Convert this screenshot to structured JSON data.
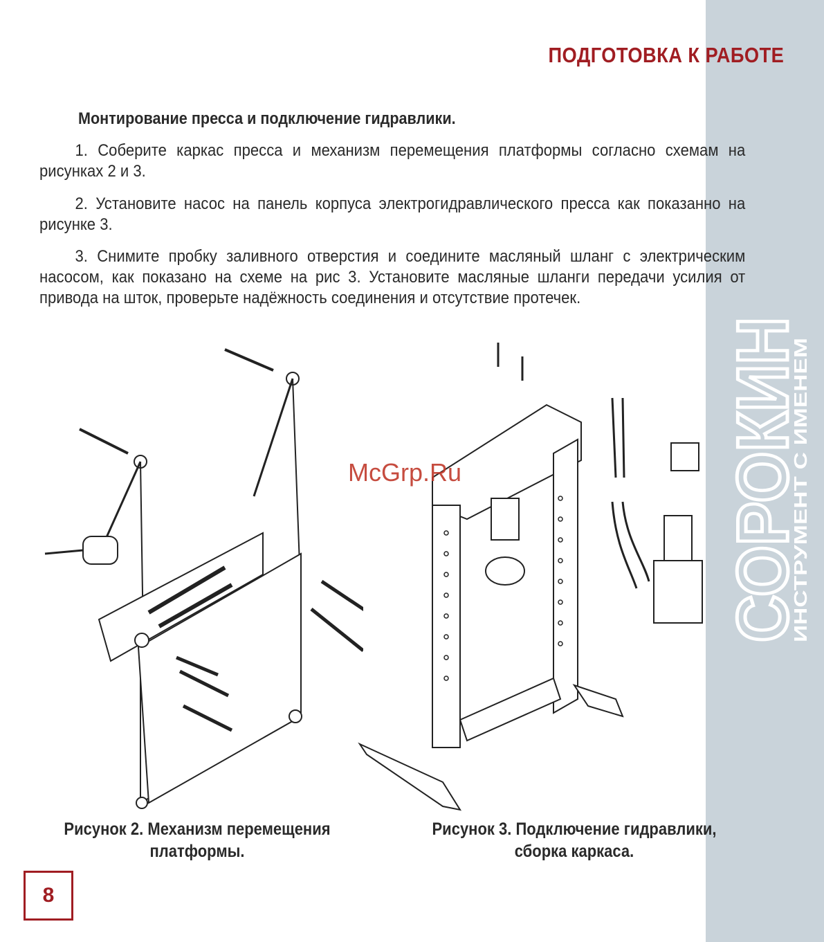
{
  "header": {
    "title": "ПОДГОТОВКА К РАБОТЕ"
  },
  "section": {
    "heading": "Монтирование пресса и подключение гидравлики."
  },
  "steps": [
    "1. Соберите каркас пресса и механизм перемещения платформы согласно схемам на рисунках 2 и 3.",
    "2. Установите насос на панель корпуса электрогидравлического пресса как показанно на рисунке 3.",
    "3. Снимите пробку заливного отверстия и соедините масляный шланг с электрическим насосом, как показано на схеме на рис 3. Установите масляные шланги передачи усилия от привода на шток, проверьте надёжность соединения и отсутствие протечек."
  ],
  "figures": {
    "fig2_caption": "Рисунок 2. Механизм перемещения платформы.",
    "fig3_caption": "Рисунок 3. Подключение гидравлики, сборка каркаса."
  },
  "brand": {
    "name": "СОРОКИН",
    "tagline": "ИНСТРУМЕНТ С ИМЕНЕМ",
    "registered": "®"
  },
  "watermark": "McGrp.Ru",
  "page": {
    "number": "8"
  },
  "colors": {
    "accent": "#a01d22",
    "band": "#c9d3da"
  }
}
